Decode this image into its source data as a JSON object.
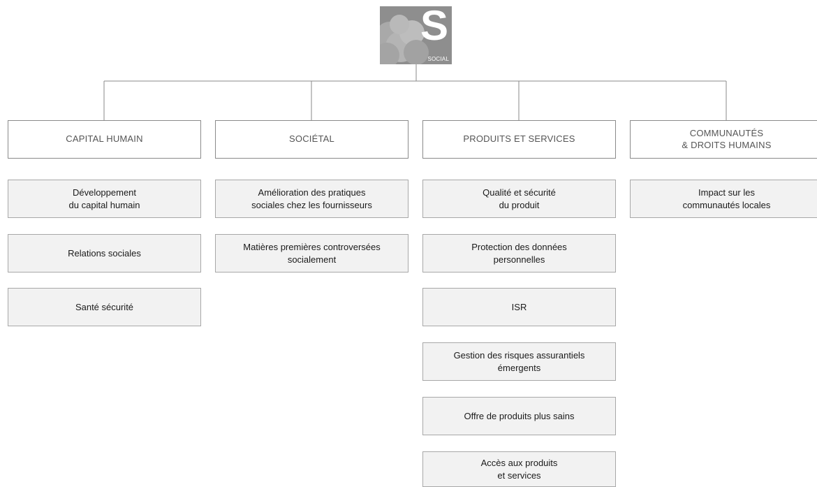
{
  "logo": {
    "letter": "S",
    "word": "SOCIAL",
    "background_color": "#8e8e8e",
    "icon": "people-circles-icon"
  },
  "categories": [
    {
      "label": "CAPITAL HUMAIN"
    },
    {
      "label": "SOCIÉTAL"
    },
    {
      "label": "PRODUITS ET SERVICES"
    },
    {
      "label": "COMMUNAUTÉS\n& DROITS HUMAINS"
    }
  ],
  "columns": [
    {
      "items": [
        {
          "label": "Développement\ndu capital humain"
        },
        {
          "label": "Relations sociales"
        },
        {
          "label": "Santé sécurité"
        }
      ]
    },
    {
      "items": [
        {
          "label": "Amélioration des pratiques\nsociales chez les fournisseurs"
        },
        {
          "label": "Matières premières controversées\nsocialement"
        }
      ]
    },
    {
      "items": [
        {
          "label": "Qualité et sécurité\ndu produit"
        },
        {
          "label": "Protection des données\npersonnelles"
        },
        {
          "label": "ISR"
        },
        {
          "label": "Gestion des risques assurantiels\némergents"
        },
        {
          "label": "Offre de produits plus sains"
        },
        {
          "label": "Accès aux produits\net services"
        }
      ]
    },
    {
      "items": [
        {
          "label": "Impact sur les\ncommunautés locales"
        }
      ]
    }
  ],
  "colors": {
    "line": "#8a8a8a",
    "item_fill": "#f2f2f2",
    "category_text": "#555555"
  }
}
